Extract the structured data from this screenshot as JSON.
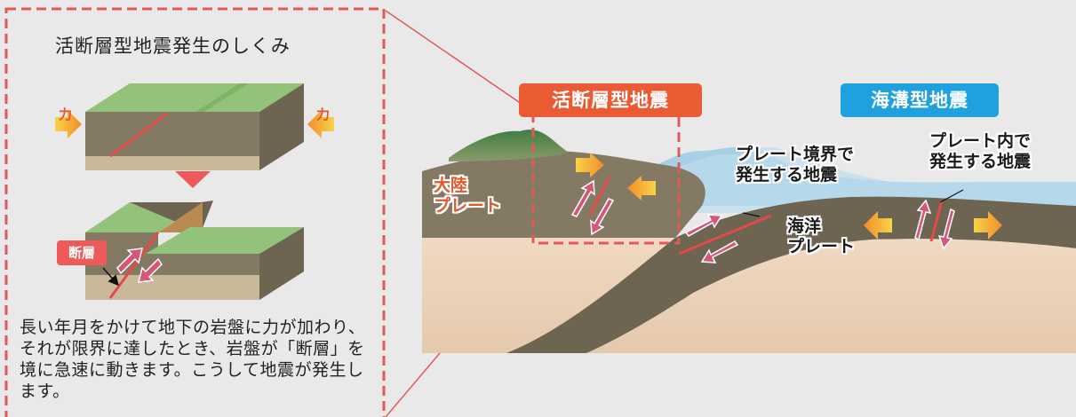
{
  "panel": {
    "title": "活断層型地震発生のしくみ",
    "force_left": "力",
    "force_right": "力",
    "fault_badge": "断層",
    "description": "長い年月をかけて地下の岩盤に力が加わり、それが限界に達したとき、岩盤が「断層」を境に急速に動きます。こうして地震が発生します。"
  },
  "scene": {
    "badge_active_fault": "活断層型地震",
    "badge_trench": "海溝型地震",
    "label_continental_plate": "大陸\nプレート",
    "label_boundary_quake": "プレート境界で\n発生する地震",
    "label_oceanic_plate": "海洋\nプレート",
    "label_intraplate_quake": "プレート内で\n発生する地震"
  },
  "colors": {
    "frame_dash": "#e05a5a",
    "badge_active_fault": "#ea5a33",
    "badge_trench": "#1fa0df",
    "fault_badge": "#ee5a5a",
    "land_green": "#8bbf6a",
    "rock_brown": "#7f7560",
    "sea_blue": "#a7cfe6",
    "mantle": "#ead2b8",
    "arrow_pink": "#d45778",
    "arrow_orange": "#f5a12a"
  }
}
